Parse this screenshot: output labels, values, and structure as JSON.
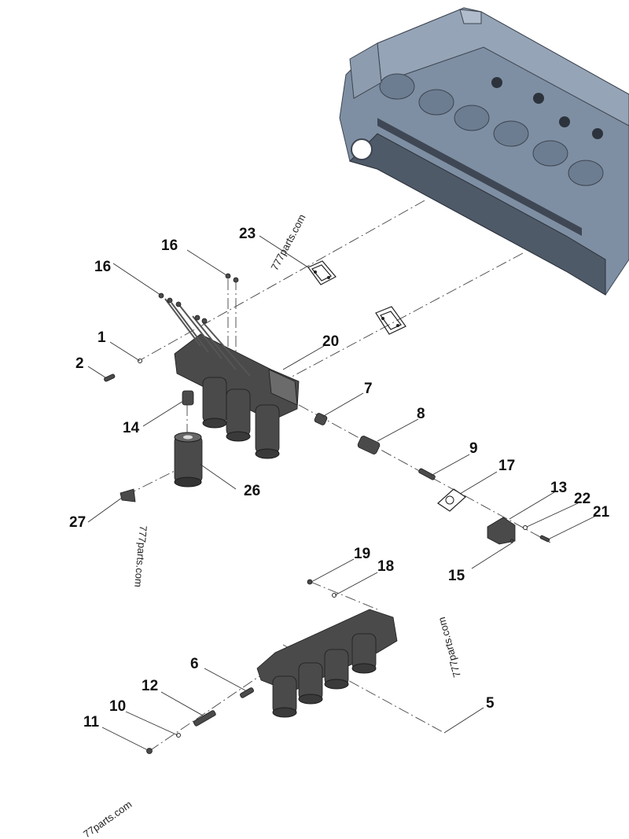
{
  "callouts": {
    "c1": "1",
    "c2": "2",
    "c5": "5",
    "c6": "6",
    "c7": "7",
    "c8": "8",
    "c9": "9",
    "c10": "10",
    "c11": "11",
    "c12": "12",
    "c13": "13",
    "c14": "14",
    "c15": "15",
    "c16a": "16",
    "c16b": "16",
    "c17": "17",
    "c18": "18",
    "c19": "19",
    "c20": "20",
    "c21": "21",
    "c22": "22",
    "c23": "23",
    "c26": "26",
    "c27": "27"
  },
  "watermarks": {
    "w1": "777parts.com",
    "w2": "777parts.com",
    "w3": "777parts.com",
    "w4": "77parts.com"
  },
  "colors": {
    "engine_block": "#7f8fa3",
    "engine_dark": "#4f5a68",
    "parts": "#4a4a4a",
    "lines": "#333333"
  }
}
